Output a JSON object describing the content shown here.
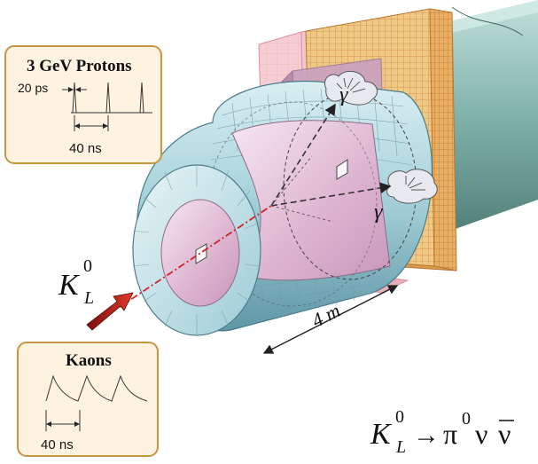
{
  "protons_box": {
    "title": "3 GeV Protons",
    "pulse_width": "20 ps",
    "spacing": "40 ns"
  },
  "kaons_box": {
    "title": "Kaons",
    "spacing": "40 ns"
  },
  "labels": {
    "gamma": "γ",
    "length": "4 m",
    "beam_symbol": "K",
    "beam_sub": "L",
    "beam_sup": "0",
    "decay_arrow": "→",
    "decay_pi": "π",
    "decay_pi_sup": "0",
    "decay_nu": "ν",
    "decay_nubar": "ν"
  },
  "colors": {
    "box_fill": "#fdf3e0",
    "box_border": "#c8963e",
    "barrel": "#a9d3dc",
    "barrel_dark": "#6fa6b4",
    "inner_pink": "#e6c3da",
    "calorimeter": "#f1c987",
    "back_block": "#f3c5cc",
    "pipe": "#6f9c96",
    "beam_arrow": "#d02020",
    "beam_line": "#cc2222"
  }
}
